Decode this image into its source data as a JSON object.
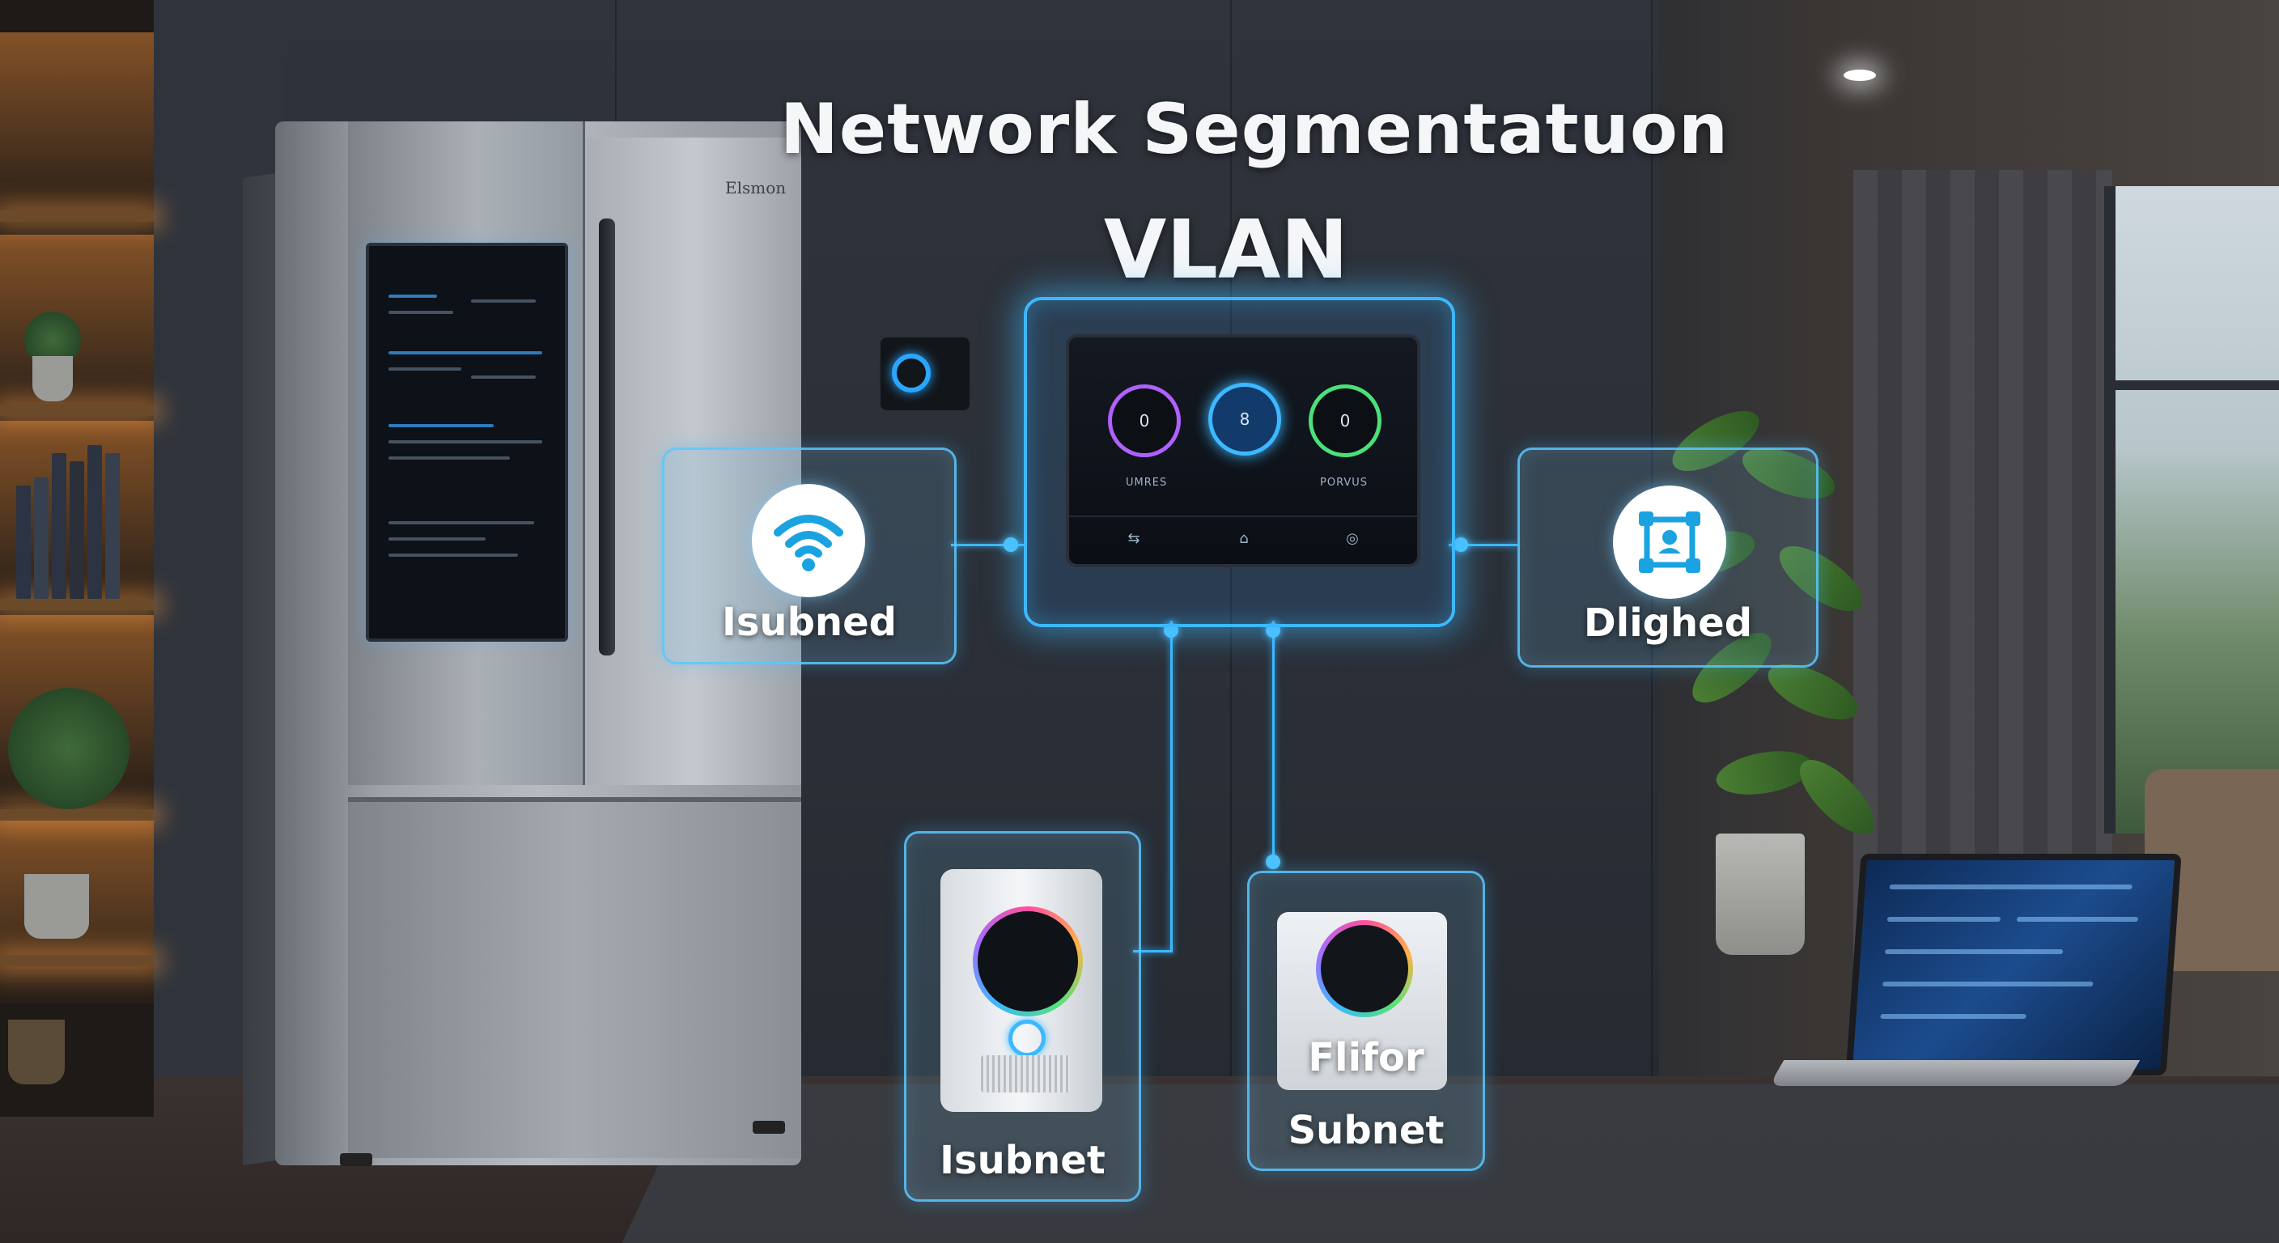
{
  "overlay": {
    "title": "Network Segmentatuon",
    "subtitle": "VLAN"
  },
  "segments": {
    "left": {
      "label": "Isubned",
      "icon": "wifi-icon"
    },
    "right": {
      "label": "Dlighed",
      "icon": "network-nodes-icon"
    },
    "bottom_left": {
      "label": "Isubnet",
      "icon": "smart-speaker-icon"
    },
    "bottom_right": {
      "label_line1": "Flifor",
      "label_line2": "Subnet",
      "icon": "smart-hub-icon"
    }
  },
  "hub_panel": {
    "dial_left": "0",
    "dial_center": "8",
    "dial_right": "0",
    "caption_left": "UMRES",
    "caption_right": "PORVUS"
  },
  "fridge": {
    "brand": "Elsmon"
  },
  "colors": {
    "accent_glow": "#3cb8ff",
    "label_text": "#ffffff",
    "wall": "#2b2f37"
  }
}
